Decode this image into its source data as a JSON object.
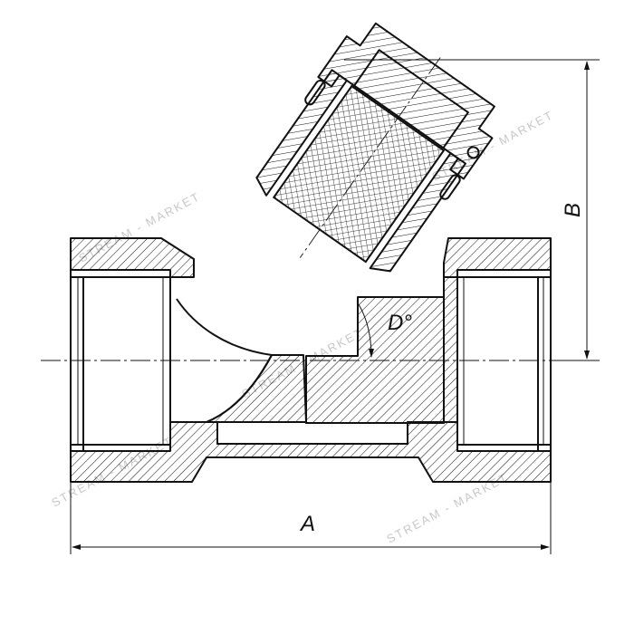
{
  "dimensions": {
    "length": "A",
    "height": "B",
    "angle": "D°"
  },
  "watermark": "STREAM - MARKET",
  "colors": {
    "line": "#111111",
    "background": "#ffffff",
    "watermark": "#c8c8c8"
  }
}
